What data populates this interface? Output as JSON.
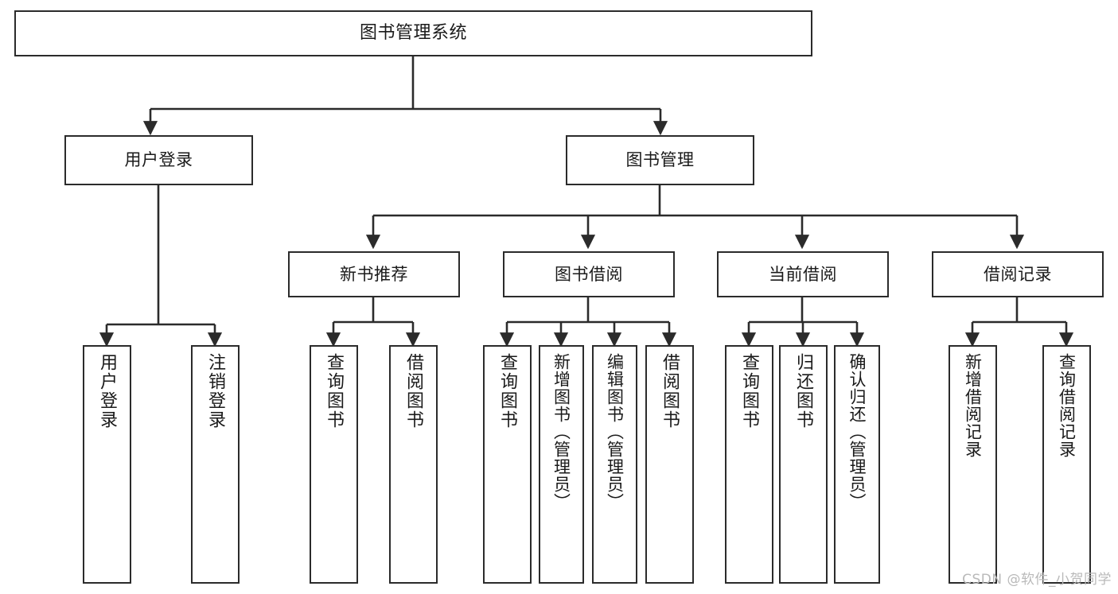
{
  "diagram": {
    "title": "图书管理系统",
    "type": "tree-hierarchy",
    "orientation": "top-down",
    "colors": {
      "node_border": "#2b2b2b",
      "node_fill": "#ffffff",
      "edge": "#2b2b2b",
      "text": "#1a1a1a",
      "watermark": "#b9b9b9",
      "background": "#ffffff"
    }
  },
  "watermark": {
    "text": "CSDN @软件_小贺同学"
  },
  "nodes": {
    "root": {
      "label": "图书管理系统"
    },
    "level2": [
      {
        "id": "user-login",
        "label": "用户登录"
      },
      {
        "id": "book-manage",
        "label": "图书管理"
      }
    ],
    "level3": [
      {
        "id": "new-book-recommend",
        "label": "新书推荐"
      },
      {
        "id": "book-borrow",
        "label": "图书借阅"
      },
      {
        "id": "current-borrow",
        "label": "当前借阅"
      },
      {
        "id": "borrow-record",
        "label": "借阅记录"
      }
    ],
    "leaves": [
      {
        "id": "leaf-user-login",
        "label": "用户登录",
        "parent": "user-login"
      },
      {
        "id": "leaf-logout-login",
        "label": "注销登录",
        "parent": "user-login"
      },
      {
        "id": "leaf-query-book-1",
        "label": "查询图书",
        "parent": "new-book-recommend"
      },
      {
        "id": "leaf-borrow-book-1",
        "label": "借阅图书",
        "parent": "new-book-recommend"
      },
      {
        "id": "leaf-query-book-2",
        "label": "查询图书",
        "parent": "book-borrow"
      },
      {
        "id": "leaf-add-book",
        "label": "新增图书（管理员）",
        "parent": "book-borrow"
      },
      {
        "id": "leaf-edit-book",
        "label": "编辑图书（管理员）",
        "parent": "book-borrow"
      },
      {
        "id": "leaf-borrow-book-2",
        "label": "借阅图书",
        "parent": "book-borrow"
      },
      {
        "id": "leaf-query-book-3",
        "label": "查询图书",
        "parent": "current-borrow"
      },
      {
        "id": "leaf-return-book",
        "label": "归还图书",
        "parent": "current-borrow"
      },
      {
        "id": "leaf-confirm-return",
        "label": "确认归还（管理员）",
        "parent": "current-borrow"
      },
      {
        "id": "leaf-add-record",
        "label": "新增借阅记录",
        "parent": "borrow-record"
      },
      {
        "id": "leaf-query-record",
        "label": "查询借阅记录",
        "parent": "borrow-record"
      }
    ]
  }
}
